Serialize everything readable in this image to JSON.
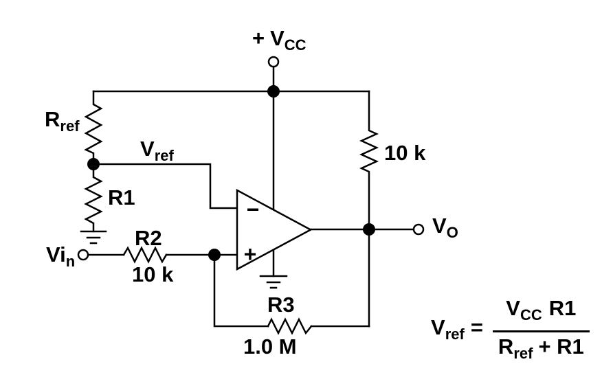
{
  "diagram": {
    "type": "circuit-schematic",
    "description": "Op-amp comparator with hysteresis; reference voltage from Rref/R1 divider",
    "ink_color": "#000000",
    "background_color": "#ffffff"
  },
  "labels": {
    "vcc": {
      "prefix": "+",
      "base": "V",
      "sub": "CC"
    },
    "rref": {
      "base": "R",
      "sub": "ref"
    },
    "vref": {
      "base": "V",
      "sub": "ref"
    },
    "r1": "R1",
    "r2": "R2",
    "r2_value": "10 k",
    "pullup_value": "10 k",
    "r3": "R3",
    "r3_value": "1.0 M",
    "vin": {
      "base": "Vi",
      "sub": "n"
    },
    "vo": {
      "base": "V",
      "sub": "O"
    },
    "opamp_minus": "−",
    "opamp_plus": "+"
  },
  "formula": {
    "lhs": {
      "base": "V",
      "sub": "ref"
    },
    "equals": "=",
    "numerator": {
      "base": "V",
      "sub": "CC",
      "rest": "R1"
    },
    "denominator": {
      "base": "R",
      "sub": "ref",
      "rest": "+ R1"
    }
  }
}
